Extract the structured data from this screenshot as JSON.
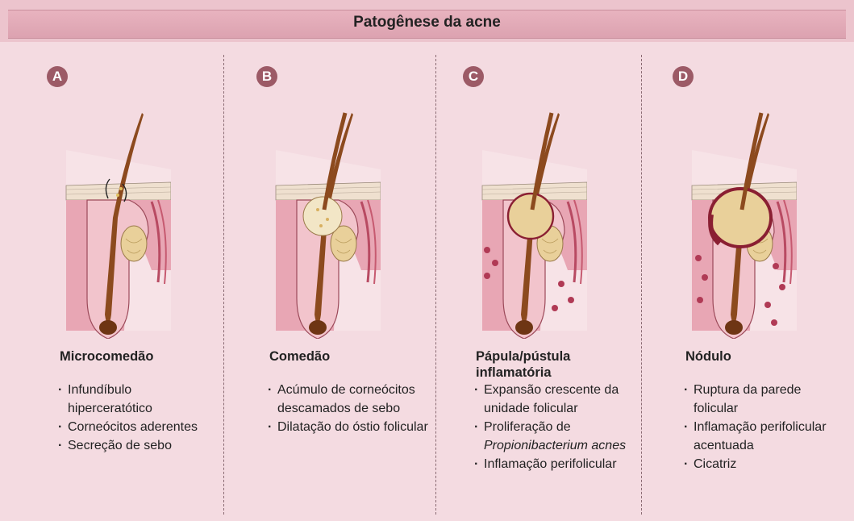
{
  "title": "Patogênese da acne",
  "panels": [
    {
      "letter": "A",
      "stage": "Microcomedão",
      "items": [
        "Infundíbulo hiperceratótico",
        "Corneócitos aderentes",
        "Secreção de sebo"
      ]
    },
    {
      "letter": "B",
      "stage": "Comedão",
      "items": [
        "Acúmulo de corneócitos descamados de sebo",
        "Dilatação do óstio folicular"
      ]
    },
    {
      "letter": "C",
      "stage": "Pápula/pústula inflamatória",
      "items": [
        "Expansão crescente da unidade folicular",
        "Proliferação de",
        "Inflamação perifolicular"
      ],
      "italic_text": "Propionibacterium acnes"
    },
    {
      "letter": "D",
      "stage": "Nódulo",
      "items": [
        "Ruptura da parede folicular",
        "Inflamação perifolicular acentuada",
        "Cicatriz"
      ]
    }
  ],
  "colors": {
    "background": "#f4dbe1",
    "title_band": "#dca2b0",
    "badge": "#9c5a66",
    "skin": "#e6a3b0",
    "hair": "#9a5a2a",
    "sebum": "#e8cc98",
    "inflammation": "#b03a55"
  }
}
